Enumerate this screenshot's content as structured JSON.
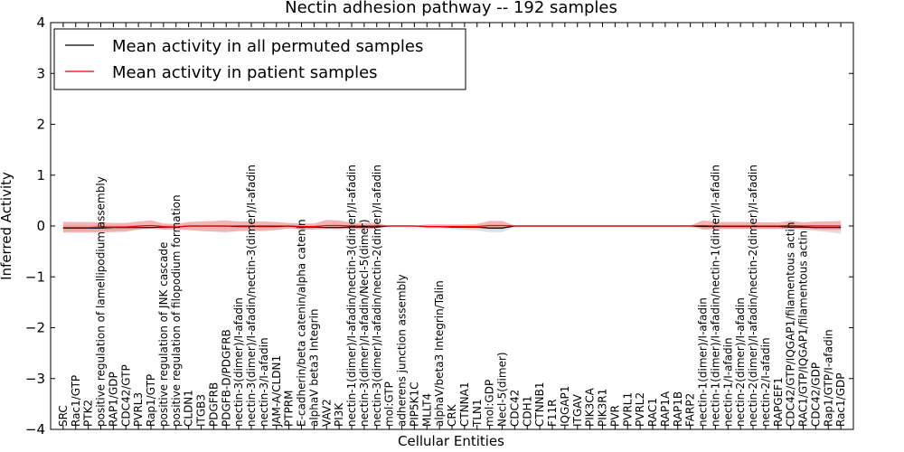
{
  "chart_data": {
    "type": "line",
    "title": "Nectin adhesion pathway -- 192 samples",
    "xlabel": "Cellular Entities",
    "ylabel": "Inferred Activity",
    "ylim": [
      -4,
      4
    ],
    "yticks": [
      "−4",
      "−3",
      "−2",
      "−1",
      "0",
      "1",
      "2",
      "3",
      "4"
    ],
    "grid": false,
    "legend_position": "top-left",
    "categories": [
      "SRC",
      "Rac1/GTP",
      "PTK2",
      "positive regulation of lamellipodium assembly",
      "RAP1/GDP",
      "CDC42/GTP",
      "PVRL3",
      "Rap1/GTP",
      "positive regulation of JNK cascade",
      "positive regulation of filopodium formation",
      "CLDN1",
      "ITGB3",
      "PDGFRB",
      "PDGFB-D/PDGFRB",
      "nectin-3(dimer)/I-afadin",
      "nectin-3(dimer)/I-afadin/nectin-3(dimer)/I-afadin",
      "nectin-3/I-afadin",
      "JAM-A/CLDN1",
      "PTPRM",
      "E-cadherin/beta catenin/alpha catenin",
      "alphaV beta3 Integrin",
      "VAV2",
      "PI3K",
      "nectin-1(dimer)/I-afadin/nectin-3(dimer)/I-afadin",
      "nectin-3(dimer)/I-afadin/Necl-5(dimer)",
      "nectin-3(dimer)/I-afadin/nectin-2(dimer)/I-afadin",
      "mol:GTP",
      "adherens junction assembly",
      "PIP5K1C",
      "MLLT4",
      "alphaV/beta3 Integrin/Talin",
      "CRK",
      "CTNNA1",
      "TLN1",
      "mol:GDP",
      "Necl-5(dimer)",
      "CDC42",
      "CDH1",
      "CTNNB1",
      "F11R",
      "IQGAP1",
      "ITGAV",
      "PIK3CA",
      "PIK3R1",
      "PVR",
      "PVRL1",
      "PVRL2",
      "RAC1",
      "RAP1A",
      "RAP1B",
      "FARP2",
      "nectin-1(dimer)/I-afadin",
      "nectin-1(dimer)/I-afadin/nectin-1(dimer)/I-afadin",
      "nectin-1/I-afadin",
      "nectin-2(dimer)/I-afadin",
      "nectin-2(dimer)/I-afadin/nectin-2(dimer)/I-afadin",
      "nectin-2/I-afadin",
      "RAPGEF1",
      "CDC42/GTP/IQGAP1/filamentous actin",
      "RAC1/GTP/IQGAP1/filamentous actin",
      "CDC42/GDP",
      "Rap1/GTP/I-afadin",
      "Rac1/GDP"
    ],
    "series": [
      {
        "name": "Mean activity in all permuted samples",
        "color": "#000000",
        "band_color": "#bbbbbb",
        "values": [
          -0.04,
          -0.04,
          -0.04,
          -0.04,
          -0.03,
          -0.03,
          -0.03,
          -0.03,
          -0.02,
          -0.02,
          0,
          0,
          0,
          0,
          -0.01,
          -0.01,
          -0.01,
          -0.01,
          0,
          -0.02,
          -0.02,
          -0.03,
          -0.03,
          -0.02,
          -0.02,
          -0.02,
          0,
          0,
          0,
          -0.01,
          -0.01,
          -0.02,
          -0.02,
          -0.02,
          -0.04,
          -0.04,
          0,
          0,
          0,
          0,
          0,
          0,
          0,
          0,
          0,
          0,
          0,
          0,
          0,
          0,
          0,
          -0.01,
          -0.01,
          -0.01,
          -0.01,
          -0.01,
          -0.01,
          -0.01,
          -0.02,
          -0.02,
          -0.03,
          -0.03,
          -0.03
        ],
        "lower": [
          -0.1,
          -0.1,
          -0.1,
          -0.1,
          -0.09,
          -0.08,
          -0.06,
          -0.06,
          -0.06,
          -0.06,
          -0.01,
          -0.01,
          -0.01,
          -0.01,
          -0.05,
          -0.05,
          -0.05,
          -0.04,
          -0.02,
          -0.06,
          -0.06,
          -0.07,
          -0.08,
          -0.06,
          -0.06,
          -0.05,
          0,
          0,
          0,
          -0.04,
          -0.04,
          -0.06,
          -0.08,
          -0.09,
          -0.12,
          -0.12,
          -0.02,
          -0.02,
          -0.02,
          -0.02,
          -0.02,
          -0.02,
          -0.02,
          -0.02,
          -0.02,
          -0.02,
          -0.02,
          -0.02,
          -0.02,
          -0.02,
          -0.02,
          -0.05,
          -0.05,
          -0.05,
          -0.05,
          -0.05,
          -0.05,
          -0.05,
          -0.06,
          -0.07,
          -0.1,
          -0.12,
          -0.15
        ],
        "upper": [
          0.02,
          0.02,
          0.02,
          0.02,
          0.02,
          0.02,
          0.01,
          0.01,
          0.01,
          0.01,
          0.01,
          0.01,
          0.01,
          0.01,
          0.02,
          0.02,
          0.02,
          0.02,
          0.01,
          0.01,
          0.01,
          0.01,
          0.01,
          0.01,
          0.01,
          0.01,
          0,
          0,
          0,
          0.01,
          0.01,
          0.01,
          0.01,
          0.01,
          0.01,
          0.01,
          0.01,
          0.01,
          0.01,
          0.01,
          0.01,
          0.01,
          0.01,
          0.01,
          0.01,
          0.01,
          0.01,
          0.01,
          0.01,
          0.01,
          0.01,
          0.02,
          0.02,
          0.02,
          0.02,
          0.02,
          0.02,
          0.02,
          0.02,
          0.02,
          0.02,
          0.02,
          0.02
        ]
      },
      {
        "name": "Mean activity in patient samples",
        "color": "#ff0000",
        "band_color": "#f08080",
        "values": [
          -0.03,
          -0.03,
          -0.03,
          -0.02,
          -0.02,
          -0.02,
          0,
          0.01,
          -0.01,
          -0.02,
          0,
          0,
          0,
          0,
          0,
          0,
          0,
          0,
          0,
          -0.01,
          -0.01,
          0.01,
          0.01,
          0,
          0,
          0,
          0,
          0,
          0,
          -0.01,
          -0.01,
          -0.01,
          -0.01,
          -0.01,
          0.01,
          0.01,
          0,
          0,
          0,
          0,
          0,
          0,
          0,
          0,
          0,
          0,
          0,
          0,
          0,
          0,
          0,
          0.01,
          0,
          0,
          0,
          0,
          0,
          0,
          0.01,
          0,
          0,
          0,
          0
        ],
        "lower": [
          -0.13,
          -0.13,
          -0.13,
          -0.12,
          -0.12,
          -0.11,
          -0.07,
          -0.05,
          -0.07,
          -0.07,
          -0.08,
          -0.1,
          -0.11,
          -0.12,
          -0.1,
          -0.1,
          -0.1,
          -0.08,
          -0.05,
          -0.07,
          -0.07,
          -0.05,
          -0.05,
          -0.06,
          -0.06,
          -0.05,
          0,
          0,
          0,
          -0.04,
          -0.04,
          -0.04,
          -0.04,
          -0.05,
          -0.06,
          -0.06,
          0,
          0,
          0,
          0,
          0,
          0,
          0,
          0,
          0,
          0,
          0,
          0,
          0,
          0,
          0,
          -0.07,
          -0.06,
          -0.06,
          -0.06,
          -0.06,
          -0.06,
          -0.06,
          -0.05,
          -0.06,
          -0.07,
          -0.08,
          -0.08
        ],
        "upper": [
          0.08,
          0.08,
          0.08,
          0.07,
          0.06,
          0.06,
          0.09,
          0.11,
          0.05,
          0.04,
          0.08,
          0.09,
          0.1,
          0.11,
          0.09,
          0.09,
          0.09,
          0.08,
          0.06,
          0.05,
          0.05,
          0.12,
          0.11,
          0.06,
          0.06,
          0.06,
          0,
          0,
          0,
          0.03,
          0.03,
          0.03,
          0.03,
          0.04,
          0.1,
          0.1,
          0.01,
          0.01,
          0.01,
          0.01,
          0.01,
          0.01,
          0.01,
          0.01,
          0.01,
          0.01,
          0.01,
          0.01,
          0.01,
          0.01,
          0.01,
          0.11,
          0.08,
          0.08,
          0.08,
          0.07,
          0.07,
          0.07,
          0.1,
          0.07,
          0.09,
          0.09,
          0.1
        ]
      }
    ]
  }
}
